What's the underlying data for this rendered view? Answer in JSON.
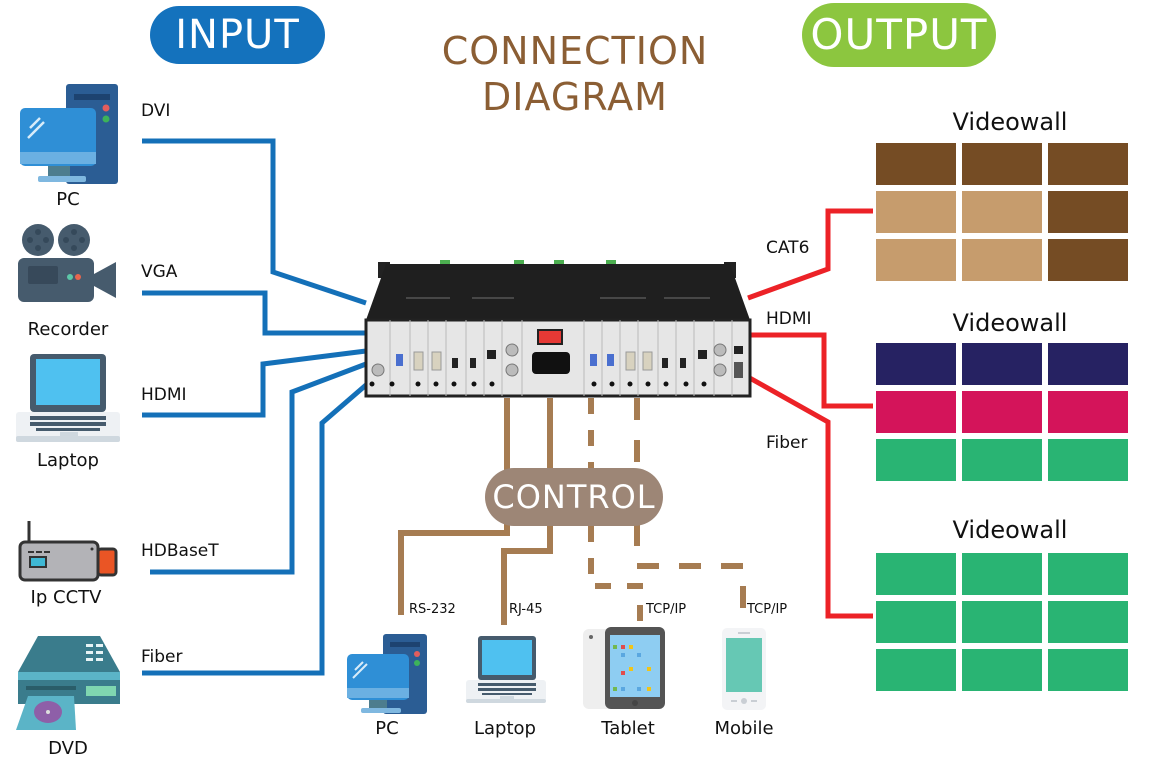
{
  "title": {
    "line1": "CONNECTION",
    "line2": "DIAGRAM"
  },
  "sections": {
    "input_label": "INPUT",
    "output_label": "OUTPUT",
    "control_label": "CONTROL"
  },
  "colors": {
    "input_accent": "#1472bd",
    "output_accent": "#8cc63f",
    "control_accent": "#9d8676",
    "title_color": "#8b5e34",
    "input_cable": "#1470b8",
    "output_cable": "#ec2227",
    "control_cable": "#a67c52"
  },
  "inputs": [
    {
      "device": "PC",
      "icon": "desktop-pc-icon",
      "cable": "DVI"
    },
    {
      "device": "Recorder",
      "icon": "video-camera-icon",
      "cable": "VGA"
    },
    {
      "device": "Laptop",
      "icon": "laptop-icon",
      "cable": "HDMI"
    },
    {
      "device": "Ip CCTV",
      "icon": "ip-camera-icon",
      "cable": "HDBaseT"
    },
    {
      "device": "DVD",
      "icon": "dvd-player-icon",
      "cable": "Fiber"
    }
  ],
  "outputs": [
    {
      "title": "Videowall",
      "cable": "CAT6",
      "rows": [
        [
          "#754c24",
          "#754c24",
          "#754c24"
        ],
        [
          "#c69c6d",
          "#c69c6d",
          "#754c24"
        ],
        [
          "#c69c6d",
          "#c69c6d",
          "#754c24"
        ]
      ]
    },
    {
      "title": "Videowall",
      "cable": "HDMI",
      "rows": [
        [
          "#262262",
          "#262262",
          "#262262"
        ],
        [
          "#d4145a",
          "#d4145a",
          "#d4145a"
        ],
        [
          "#29b473",
          "#29b473",
          "#29b473"
        ]
      ]
    },
    {
      "title": "Videowall",
      "cable": "Fiber",
      "rows": [
        [
          "#29b473",
          "#29b473",
          "#29b473"
        ],
        [
          "#29b473",
          "#29b473",
          "#29b473"
        ],
        [
          "#29b473",
          "#29b473",
          "#29b473"
        ]
      ]
    }
  ],
  "controls": [
    {
      "device": "PC",
      "icon": "desktop-pc-icon",
      "link": "RS-232",
      "style": "solid"
    },
    {
      "device": "Laptop",
      "icon": "laptop-icon",
      "link": "RJ-45",
      "style": "solid"
    },
    {
      "device": "Tablet",
      "icon": "tablet-icon",
      "link": "TCP/IP",
      "style": "dashed"
    },
    {
      "device": "Mobile",
      "icon": "mobile-phone-icon",
      "link": "TCP/IP",
      "style": "dashed"
    }
  ],
  "center_device": {
    "name": "matrix-switcher-chassis",
    "icon": "rack-chassis-icon"
  }
}
